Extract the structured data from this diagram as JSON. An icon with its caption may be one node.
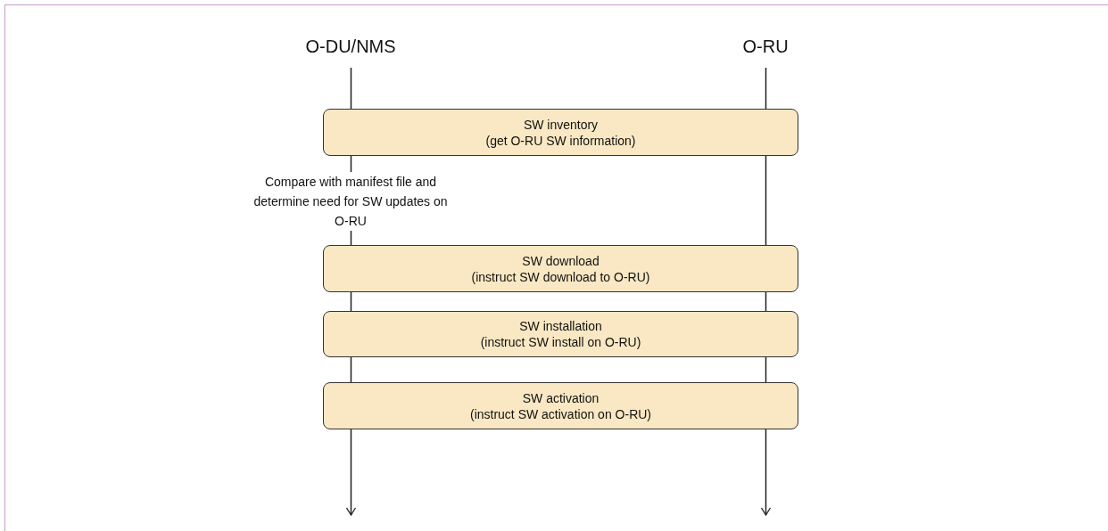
{
  "diagram": {
    "nodes": [
      {
        "text": [
          "O-DU/NMS"
        ]
      },
      {
        "text": [
          "O-RU"
        ]
      },
      {
        "text": [
          "SW inventory",
          "(get O-RU SW information)"
        ]
      },
      {
        "text": [
          "SW download",
          "(instruct SW download to O-RU)"
        ]
      },
      {
        "text": [
          "SW installation",
          "(instruct SW install on O-RU)"
        ]
      },
      {
        "text": [
          "SW activation",
          "(instruct SW activation on O-RU)"
        ]
      }
    ],
    "edges": [
      {
        "from": 0,
        "to": null,
        "arrow": "to"
      },
      {
        "from": 1,
        "to": null,
        "arrow": "to"
      }
    ],
    "labels": [
      "Compare with manifest file and determine need for SW updates on O-RU"
    ]
  }
}
